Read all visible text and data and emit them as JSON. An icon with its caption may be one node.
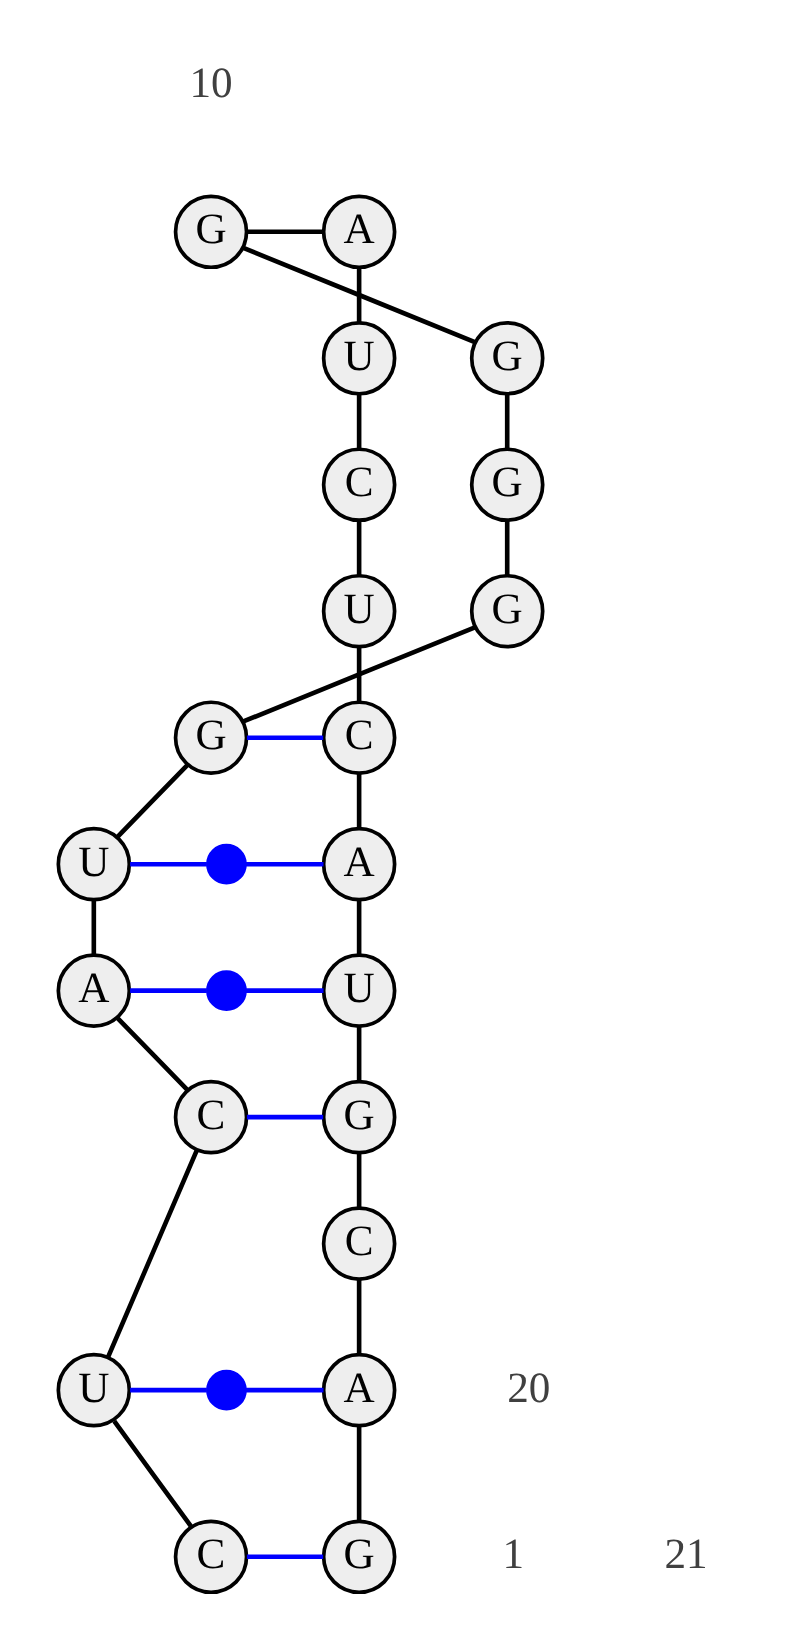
{
  "diagram": {
    "nodes": [
      {
        "text": [
          "C"
        ]
      },
      {
        "text": [
          "U"
        ]
      },
      {
        "text": [
          "C"
        ]
      },
      {
        "text": [
          "A"
        ]
      },
      {
        "text": [
          "U"
        ]
      },
      {
        "text": [
          "G"
        ]
      },
      {
        "text": [
          "G"
        ]
      },
      {
        "text": [
          "G"
        ]
      },
      {
        "text": [
          "G"
        ]
      },
      {
        "text": [
          "G"
        ]
      },
      {
        "text": [
          "A"
        ]
      },
      {
        "text": [
          "U"
        ]
      },
      {
        "text": [
          "C"
        ]
      },
      {
        "text": [
          "U"
        ]
      },
      {
        "text": [
          "C"
        ]
      },
      {
        "text": [
          "A"
        ]
      },
      {
        "text": [
          "U"
        ]
      },
      {
        "text": [
          "G"
        ]
      },
      {
        "text": [
          "C"
        ]
      },
      {
        "text": [
          "A"
        ]
      },
      {
        "text": [
          "G"
        ]
      },
      {
        "text": [],
        "shape": "circle"
      },
      {
        "text": [],
        "shape": "circle"
      },
      {
        "text": [],
        "shape": "circle"
      }
    ],
    "edges": [
      {
        "from": 0,
        "to": 1,
        "arrow": "none"
      },
      {
        "from": 1,
        "to": 2,
        "arrow": "none"
      },
      {
        "from": 2,
        "to": 3,
        "arrow": "none"
      },
      {
        "from": 3,
        "to": 4,
        "arrow": "none"
      },
      {
        "from": 4,
        "to": 5,
        "arrow": "none"
      },
      {
        "from": 5,
        "to": 6,
        "arrow": "none"
      },
      {
        "from": 6,
        "to": 7,
        "arrow": "none"
      },
      {
        "from": 7,
        "to": 8,
        "arrow": "none"
      },
      {
        "from": 8,
        "to": 9,
        "arrow": "none"
      },
      {
        "from": 9,
        "to": 10,
        "arrow": "none"
      },
      {
        "from": 10,
        "to": 11,
        "arrow": "none"
      },
      {
        "from": 11,
        "to": 12,
        "arrow": "none"
      },
      {
        "from": 12,
        "to": 13,
        "arrow": "none"
      },
      {
        "from": 13,
        "to": 14,
        "arrow": "none"
      },
      {
        "from": 14,
        "to": 15,
        "arrow": "none"
      },
      {
        "from": 15,
        "to": 16,
        "arrow": "none"
      },
      {
        "from": 16,
        "to": 17,
        "arrow": "none"
      },
      {
        "from": 17,
        "to": 18,
        "arrow": "none"
      },
      {
        "from": 18,
        "to": 19,
        "arrow": "none"
      },
      {
        "from": 19,
        "to": 20,
        "arrow": "none"
      },
      {
        "from": 0,
        "to": 20,
        "arrow": "none",
        "color": "#0000ff"
      },
      {
        "from": 1,
        "to": 23,
        "arrow": "none",
        "color": "#0000ff"
      },
      {
        "from": 23,
        "to": 19,
        "arrow": "none",
        "color": "#0000ff"
      },
      {
        "from": 2,
        "to": 17,
        "arrow": "none",
        "color": "#0000ff"
      },
      {
        "from": 3,
        "to": 22,
        "arrow": "none",
        "color": "#0000ff"
      },
      {
        "from": 22,
        "to": 16,
        "arrow": "none",
        "color": "#0000ff"
      },
      {
        "from": 4,
        "to": 21,
        "arrow": "none",
        "color": "#0000ff"
      },
      {
        "from": 21,
        "to": 15,
        "arrow": "none",
        "color": "#0000ff"
      },
      {
        "from": 5,
        "to": 14,
        "arrow": "none",
        "color": "#0000ff"
      }
    ],
    "labels": [
      "10",
      "1",
      "20",
      "21"
    ]
  }
}
